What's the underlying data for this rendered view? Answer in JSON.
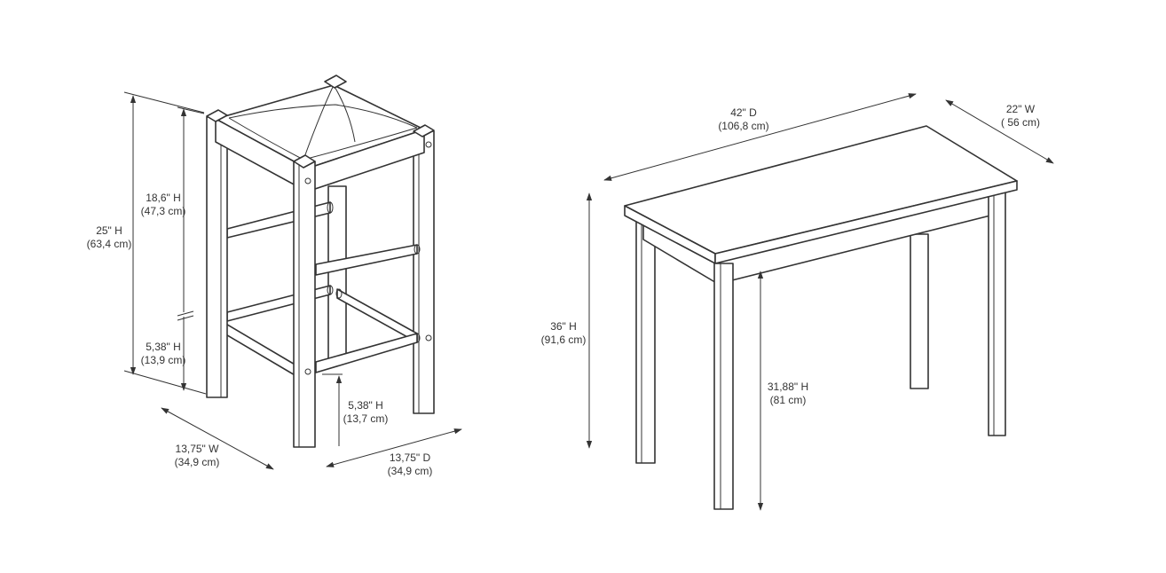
{
  "stool": {
    "height_total": {
      "line1": "25\" H",
      "line2": "(63,4 cm)"
    },
    "height_seat_gap": {
      "line1": "18,6\" H",
      "line2": "(47,3 cm)"
    },
    "height_lower": {
      "line1": "5,38\" H",
      "line2": "(13,9 cm)"
    },
    "height_front": {
      "line1": "5,38\" H",
      "line2": "(13,7 cm)"
    },
    "width": {
      "line1": "13,75\" W",
      "line2": "(34,9 cm)"
    },
    "depth": {
      "line1": "13,75\" D",
      "line2": "(34,9 cm)"
    }
  },
  "table": {
    "depth": {
      "line1": "42\" D",
      "line2": "(106,8 cm)"
    },
    "width": {
      "line1": "22\" W",
      "line2": "( 56 cm)"
    },
    "height_total": {
      "line1": "36\" H",
      "line2": "(91,6 cm)"
    },
    "height_apron": {
      "line1": "31,88\" H",
      "line2": "(81 cm)"
    }
  }
}
